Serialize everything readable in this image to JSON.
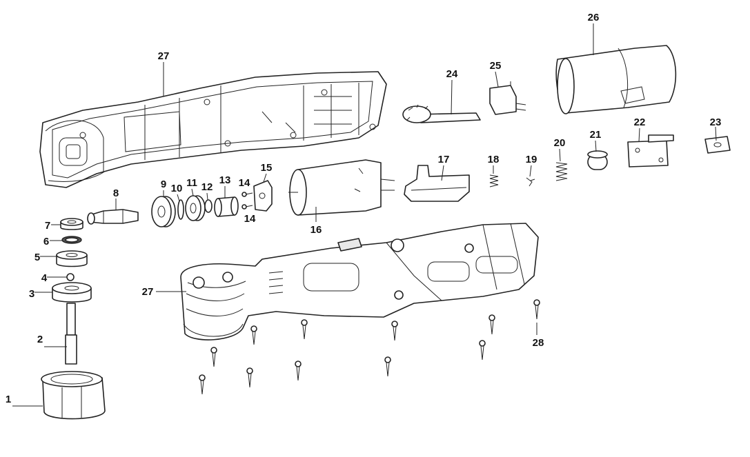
{
  "callouts": {
    "c1": "1",
    "c2": "2",
    "c3": "3",
    "c4": "4",
    "c5": "5",
    "c6": "6",
    "c7": "7",
    "c8": "8",
    "c9": "9",
    "c10": "10",
    "c11": "11",
    "c12": "12",
    "c13": "13",
    "c14a": "14",
    "c14b": "14",
    "c15": "15",
    "c16": "16",
    "c17": "17",
    "c18": "18",
    "c19": "19",
    "c20": "20",
    "c21": "21",
    "c22": "22",
    "c23": "23",
    "c24": "24",
    "c25": "25",
    "c26": "26",
    "c27a": "27",
    "c27b": "27",
    "c28": "28"
  }
}
